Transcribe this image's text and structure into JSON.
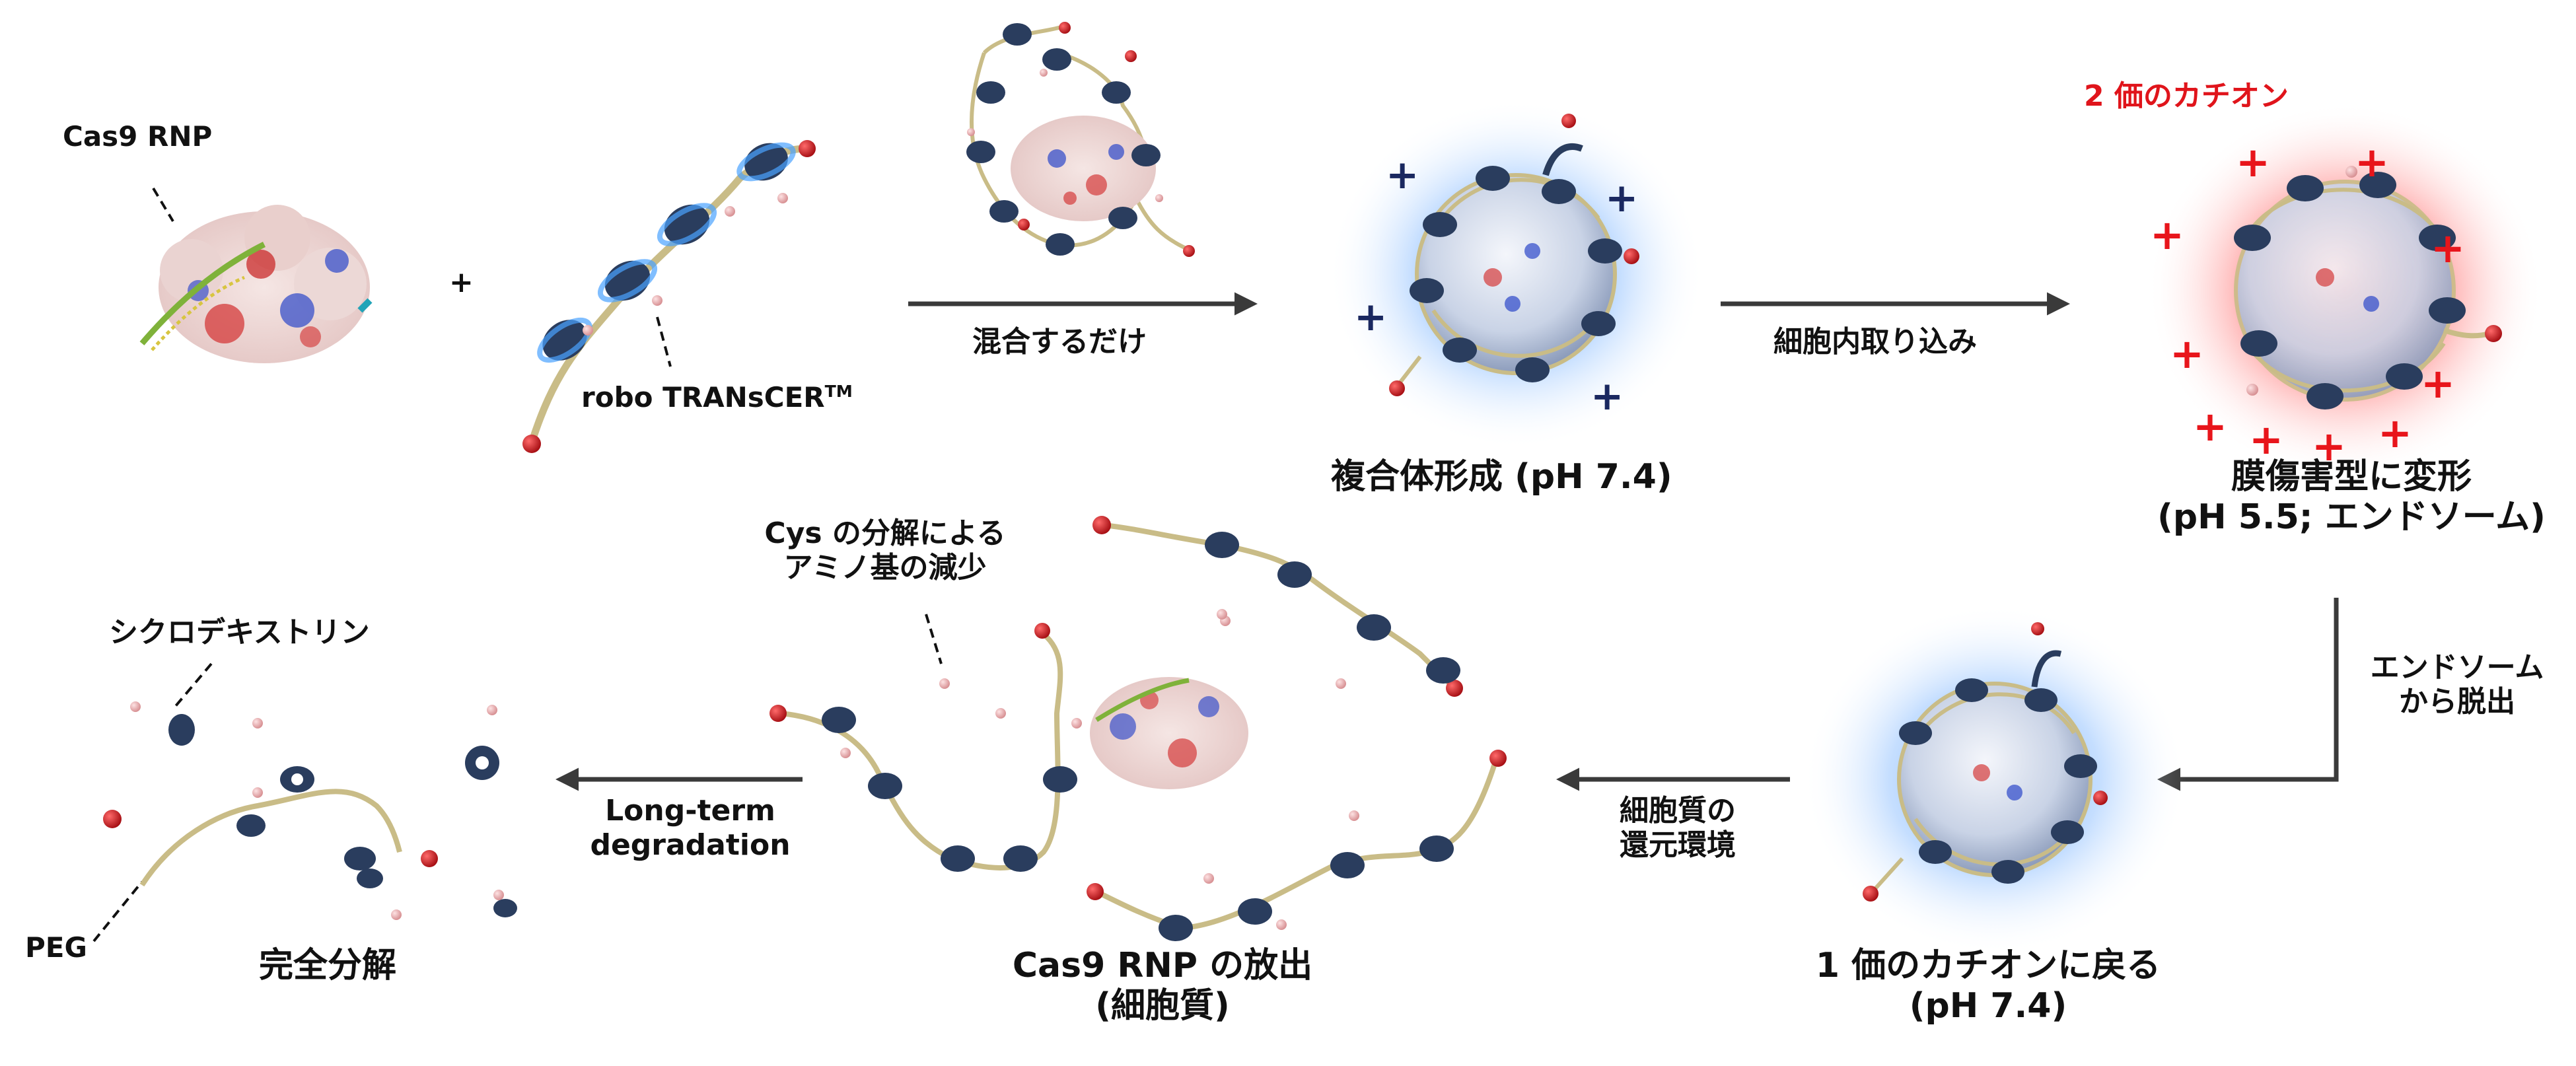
{
  "labels": {
    "cas9_rnp": "Cas9 RNP",
    "robo_prefix": "robo TRANsCER",
    "robo_tm": "TM",
    "plus_sign": "+",
    "mix_only": "混合するだけ",
    "complex_formation": "複合体形成 (pH 7.4)",
    "cellular_uptake": "細胞内取り込み",
    "divalent_cation": "2 価のカチオン",
    "membrane_damage_line1": "膜傷害型に変形",
    "membrane_damage_line2": "(pH 5.5; エンドソーム)",
    "endosome_escape_line1": "エンドソーム",
    "endosome_escape_line2": "から脱出",
    "monovalent_line1": "1 価のカチオンに戻る",
    "monovalent_line2": "(pH 7.4)",
    "reducing_line1": "細胞質の",
    "reducing_line2": "還元環境",
    "cys_line1": "Cys の分解による",
    "cys_line2": "アミノ基の減少",
    "release_line1": "Cas9 RNP の放出",
    "release_line2": "(細胞質)",
    "longterm_line1": "Long-term",
    "longterm_line2": "degradation",
    "cyclodextrin": "シクロデキストリン",
    "peg": "PEG",
    "complete_degradation": "完全分解"
  },
  "charges": {
    "complex_sign": "+",
    "divalent_sign": "+",
    "complex_count": 4,
    "divalent_count": 10
  },
  "colors": {
    "accent_red": "#e0141b",
    "navy": "#1a2860",
    "ring": "#2a3d5e",
    "chain": "#c9bc87",
    "bead_red": "#c8141b",
    "bead_pink": "#e9a6a8",
    "glow_blue": "#5aa0ff",
    "glow_red": "#ff3030",
    "arrow": "#3a3a3a"
  }
}
